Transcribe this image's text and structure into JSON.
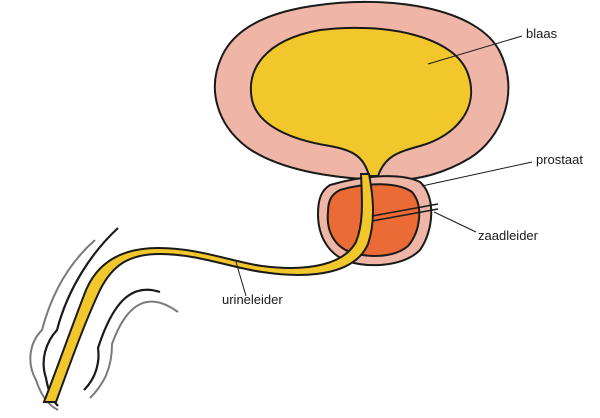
{
  "labels": {
    "bladder": "blaas",
    "prostate": "prostaat",
    "vas_deferens": "zaadleider",
    "urethra": "urineleider"
  },
  "colors": {
    "bladder_wall": "#efb5a6",
    "bladder_fill": "#f2c72c",
    "prostate_outer": "#efb5a6",
    "prostate_inner": "#ea6b35",
    "urethra": "#f2c72c",
    "outline": "#1a1a1a",
    "skin_line": "#7a7a7a"
  }
}
